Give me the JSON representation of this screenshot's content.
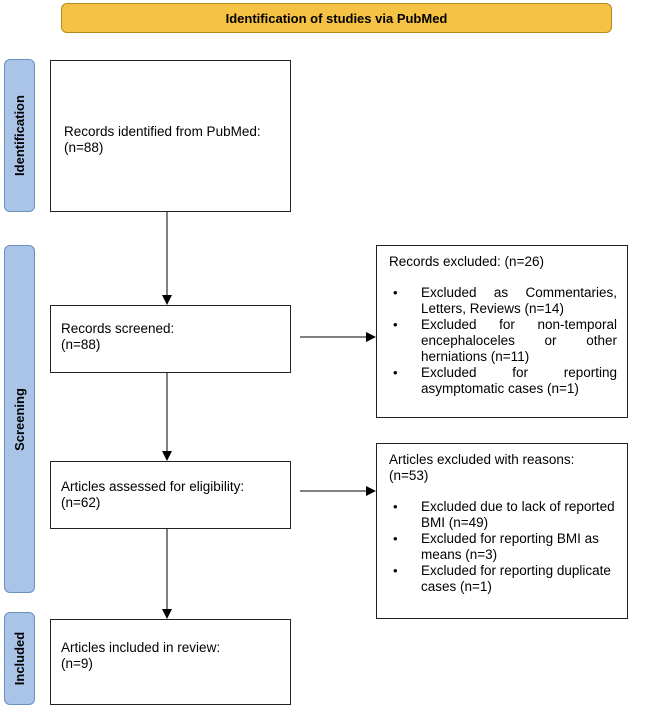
{
  "banner": {
    "title": "Identification of studies via PubMed"
  },
  "stages": {
    "identification": "Identification",
    "screening": "Screening",
    "included": "Included"
  },
  "boxes": {
    "identified": {
      "line1": "Records identified from PubMed:",
      "line2": "(n=88)"
    },
    "screened": {
      "line1": "Records screened:",
      "line2": "(n=88)"
    },
    "assessed": {
      "line1": "Articles assessed for eligibility:",
      "line2": "(n=62)"
    },
    "included": {
      "line1": "Articles included in review:",
      "line2": "(n=9)"
    }
  },
  "records_excluded": {
    "heading": "Records excluded: (n=26)",
    "items": [
      "Excluded as Commentaries, Letters, Reviews (n=14)",
      "Excluded for non-temporal encephaloceles or other herniations (n=11)",
      "Excluded for reporting asymptomatic cases (n=1)"
    ]
  },
  "articles_excluded": {
    "heading": "Articles excluded with reasons: (n=53)",
    "items": [
      "Excluded due to lack of reported BMI (n=49)",
      "Excluded for reporting BMI as means (n=3)",
      "Excluded for reporting duplicate cases (n=1)"
    ]
  },
  "colors": {
    "banner": "#f5c244",
    "stage": "#a9c4e6",
    "border": "#222222"
  }
}
